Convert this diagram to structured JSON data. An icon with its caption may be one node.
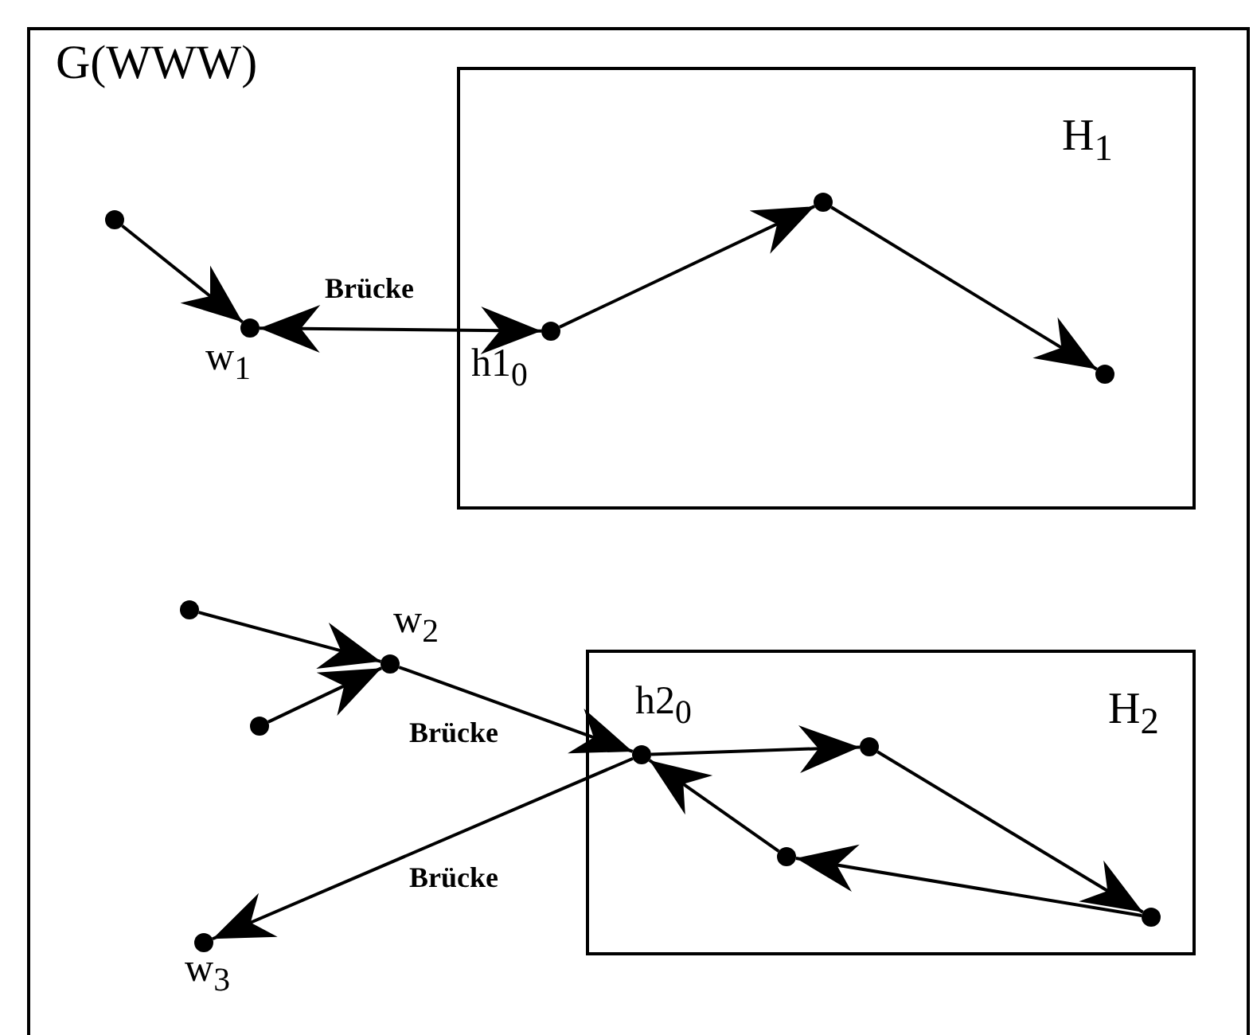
{
  "diagram": {
    "nodes": [
      {
        "text": [
          "G(WWW)"
        ]
      },
      {
        "text": [
          "H$_{1}$"
        ],
        "in": 0
      },
      {
        "text": [
          "H$_{2}$"
        ],
        "in": 0
      },
      {
        "text": [],
        "shape": "circle",
        "in": 0
      },
      {
        "text": [],
        "shape": "circle",
        "in": 0,
        "beside": [
          "w$_{1}$"
        ]
      },
      {
        "text": [],
        "shape": "circle",
        "in": 1,
        "beside": [
          "h1$_{0}$"
        ]
      },
      {
        "text": [],
        "shape": "circle",
        "in": 1
      },
      {
        "text": [],
        "shape": "circle",
        "in": 1
      },
      {
        "text": [],
        "shape": "circle",
        "in": 0
      },
      {
        "text": [],
        "shape": "circle",
        "in": 0,
        "beside": [
          "w$_{2}$"
        ]
      },
      {
        "text": [],
        "shape": "circle",
        "in": 0
      },
      {
        "text": [],
        "shape": "circle",
        "in": 2,
        "beside": [
          "h2$_{0}$"
        ]
      },
      {
        "text": [],
        "shape": "circle",
        "in": 2
      },
      {
        "text": [],
        "shape": "circle",
        "in": 2
      },
      {
        "text": [],
        "shape": "circle",
        "in": 2
      },
      {
        "text": [],
        "shape": "circle",
        "in": 0,
        "beside": [
          "w$_{3}$"
        ]
      }
    ],
    "edges": [
      {
        "from": 3,
        "to": 4,
        "arrow": "to"
      },
      {
        "from": 4,
        "to": 5,
        "arrow": "both",
        "label": "Brücke"
      },
      {
        "from": 5,
        "to": 6,
        "arrow": "to"
      },
      {
        "from": 6,
        "to": 7,
        "arrow": "to"
      },
      {
        "from": 8,
        "to": 9,
        "arrow": "to"
      },
      {
        "from": 10,
        "to": 9,
        "arrow": "to"
      },
      {
        "from": 9,
        "to": 11,
        "arrow": "to",
        "label": "Brücke"
      },
      {
        "from": 11,
        "to": 15,
        "arrow": "to",
        "label": "Brücke"
      },
      {
        "from": 11,
        "to": 12,
        "arrow": "to"
      },
      {
        "from": 12,
        "to": 13,
        "arrow": "to"
      },
      {
        "from": 13,
        "to": 14,
        "arrow": "to"
      },
      {
        "from": 14,
        "to": 11,
        "arrow": "to"
      }
    ]
  }
}
